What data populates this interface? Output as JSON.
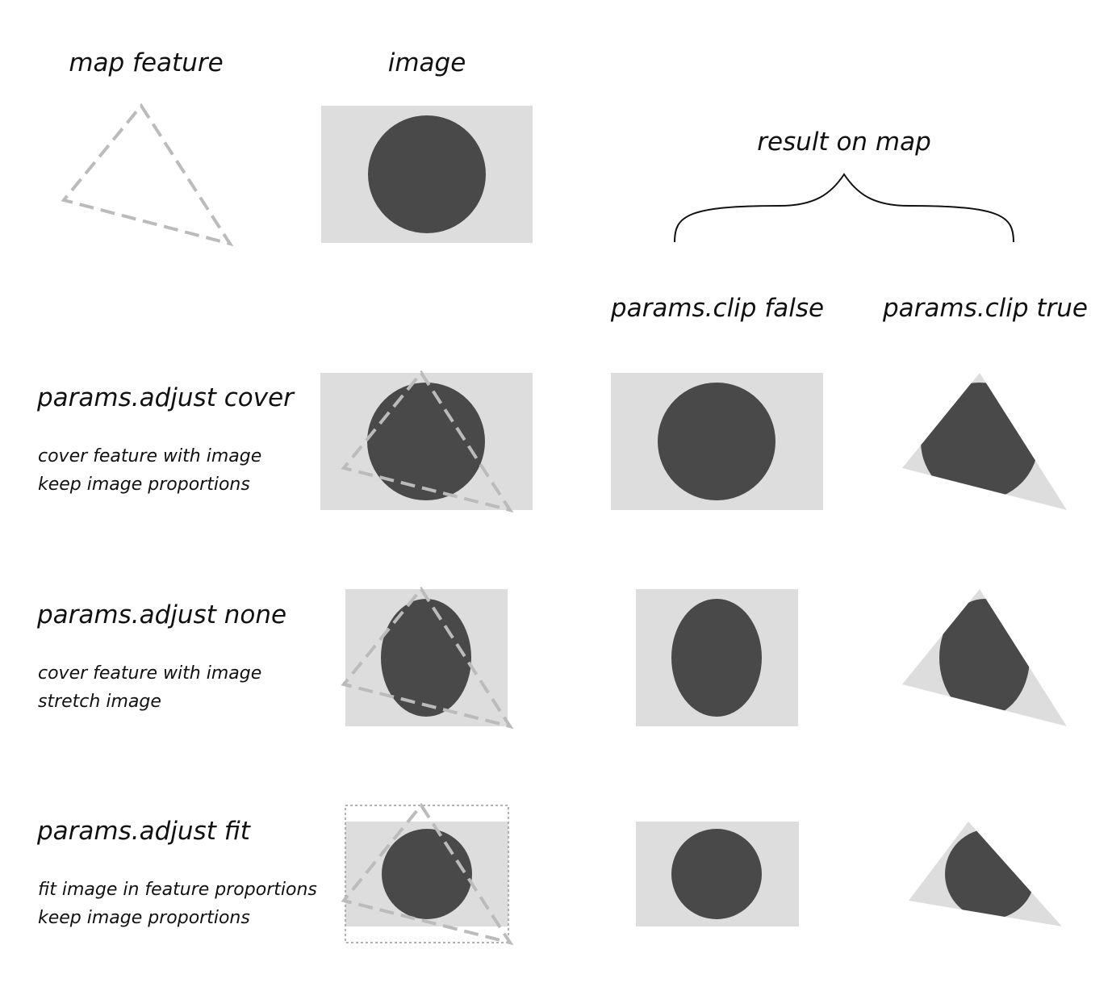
{
  "headers": {
    "map_feature": "map feature",
    "image": "image",
    "result_on_map": "result on map",
    "clip_false": "params.clip false",
    "clip_true": "params.clip true"
  },
  "rows": [
    {
      "title": "params.adjust cover",
      "line1": "cover feature with image",
      "line2": "keep image proportions"
    },
    {
      "title": "params.adjust none",
      "line1": "cover feature with image",
      "line2": "stretch image"
    },
    {
      "title": "params.adjust fit",
      "line1": "fit image in feature proportions",
      "line2": "keep image proportions"
    }
  ],
  "colors": {
    "image_background": "#dddddd",
    "image_circle": "#494949",
    "feature_outline": "#bbbbbb"
  }
}
